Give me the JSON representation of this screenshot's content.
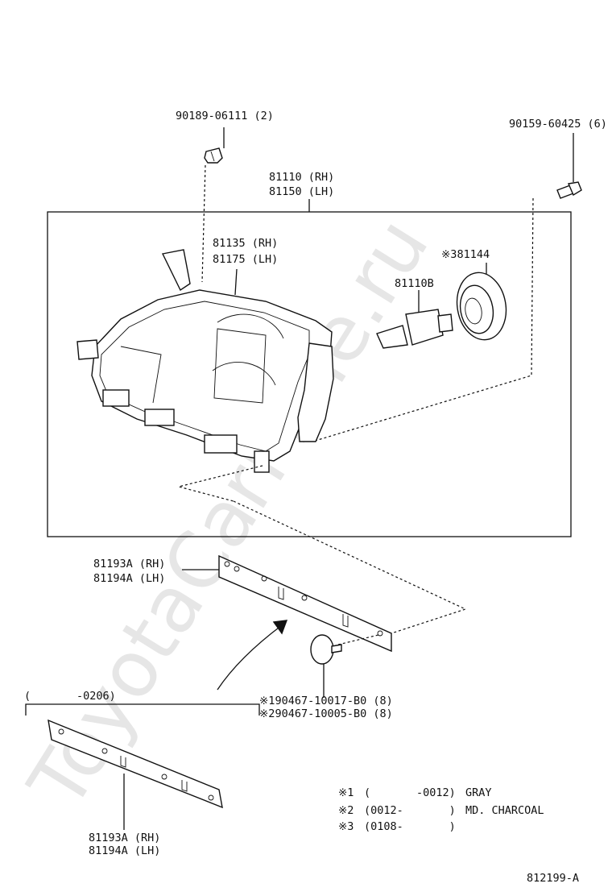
{
  "watermark": "ToyotaCarMine.ru",
  "callouts": {
    "screw_top": "90189-06111 (2)",
    "bolt": "90159-60425 (6)",
    "headlamp_rh": "81110 (RH)",
    "headlamp_lh": "81150 (LH)",
    "lens_rh": "81135 (RH)",
    "lens_lh": "81175 (LH)",
    "socket": "※381144",
    "bulb": "81110B",
    "bracket_rh": "81193A (RH)",
    "bracket_lh": "81194A (LH)",
    "clip_1": "※190467-10017-B0 (8)",
    "clip_2": "※290467-10005-B0 (8)",
    "lower_range": "(       -0206)",
    "lower_bracket_rh": "81193A (RH)",
    "lower_bracket_lh": "81194A (LH)"
  },
  "legend": [
    {
      "mark": "※1",
      "range": "(       -0012)",
      "color": "GRAY"
    },
    {
      "mark": "※2",
      "range": "(0012-       )",
      "color": "MD. CHARCOAL"
    },
    {
      "mark": "※3",
      "range": "(0108-       )",
      "color": ""
    }
  ],
  "figure_id": "812199-A"
}
